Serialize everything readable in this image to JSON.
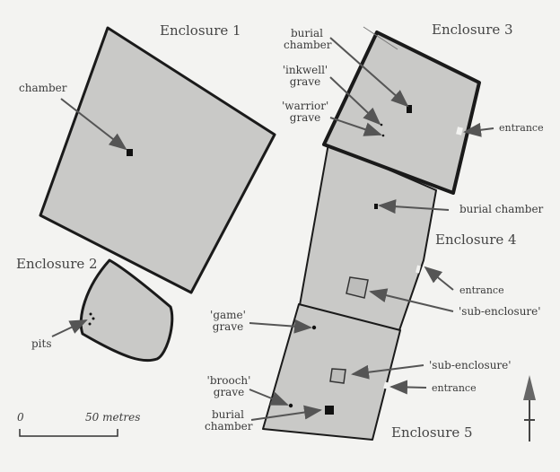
{
  "enclosures": {
    "e1": "Enclosure 1",
    "e2": "Enclosure 2",
    "e3": "Enclosure 3",
    "e4": "Enclosure 4",
    "e5": "Enclosure 5"
  },
  "labels": {
    "chamber": "chamber",
    "pits": "pits",
    "e3_burial_1": "burial",
    "e3_burial_2": "chamber",
    "inkwell_1": "'inkwell'",
    "inkwell_2": "grave",
    "warrior_1": "'warrior'",
    "warrior_2": "grave",
    "e3_entrance": "entrance",
    "e4_burial": "burial chamber",
    "e4_entrance": "entrance",
    "e4_sub": "'sub-enclosure'",
    "game_1": "'game'",
    "game_2": "grave",
    "e5_sub": "'sub-enclosure'",
    "e5_entrance": "entrance",
    "brooch_1": "'brooch'",
    "brooch_2": "grave",
    "e5_burial_1": "burial",
    "e5_burial_2": "chamber"
  },
  "scale": {
    "zero": "0",
    "max": "50 metres"
  },
  "colors": {
    "fill": "#c9c9c7",
    "outline": "#1a1a1a",
    "arrow": "#555555"
  }
}
